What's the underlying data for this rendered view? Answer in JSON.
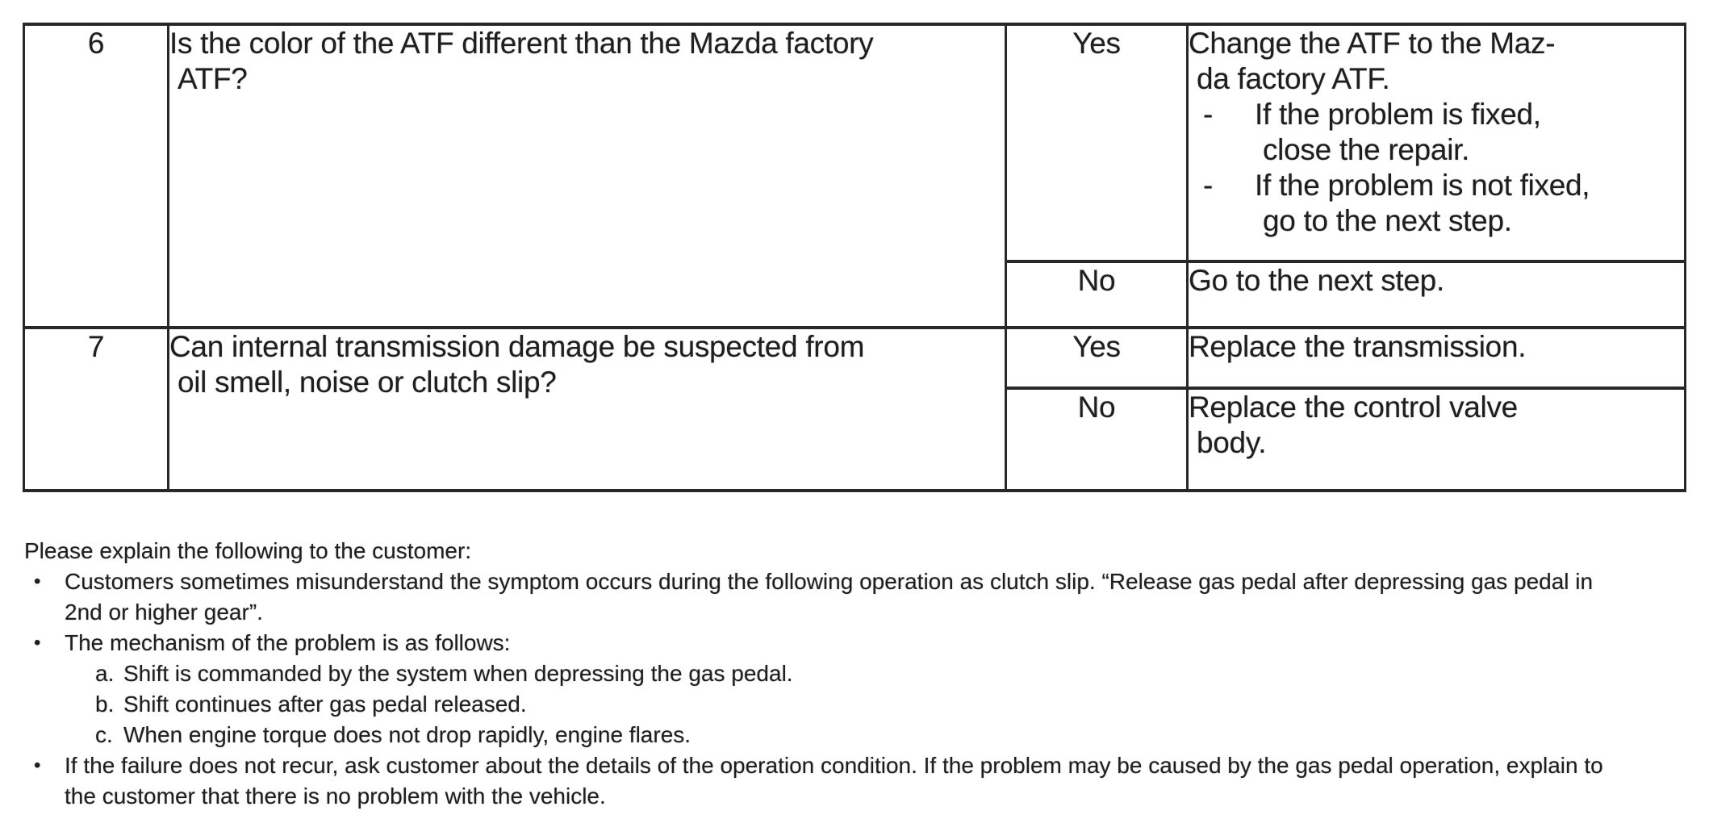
{
  "chars": {
    "bullet": "•",
    "dash": "-"
  },
  "table": {
    "steps": [
      {
        "number": "6",
        "question": "Is the color of the ATF different than the Mazda factory\n ATF?",
        "yes_label": "Yes",
        "yes_action": "Change the ATF to the Maz-\n da factory ATF.",
        "yes_subitems": [
          "If the problem is fixed,\n close the repair.",
          "If the problem is not fixed,\n go to the next step."
        ],
        "no_label": "No",
        "no_action": "Go to the next step."
      },
      {
        "number": "7",
        "question": "Can internal transmission damage be suspected from\n oil smell, noise or clutch slip?",
        "yes_label": "Yes",
        "yes_action": "Replace the transmission.",
        "yes_subitems": [],
        "no_label": "No",
        "no_action": "Replace the control valve\n body."
      }
    ]
  },
  "notes": {
    "intro": "Please explain the following to the customer:",
    "items": [
      {
        "text": "Customers sometimes misunderstand the symptom occurs during the following operation as clutch slip. “Release gas pedal after depressing gas pedal in\n2nd or higher gear”."
      },
      {
        "text": "The mechanism of the problem is as follows:",
        "children": [
          {
            "label": "a.",
            "text": "Shift is commanded by the system when depressing the gas pedal."
          },
          {
            "label": "b.",
            "text": "Shift continues after gas pedal released."
          },
          {
            "label": "c.",
            "text": "When engine torque does not drop rapidly, engine flares."
          }
        ]
      },
      {
        "text": "If the failure does not recur, ask customer about the details of the operation condition. If the problem may be caused by the gas pedal operation, explain to\nthe customer that there is no problem with the vehicle."
      }
    ]
  }
}
